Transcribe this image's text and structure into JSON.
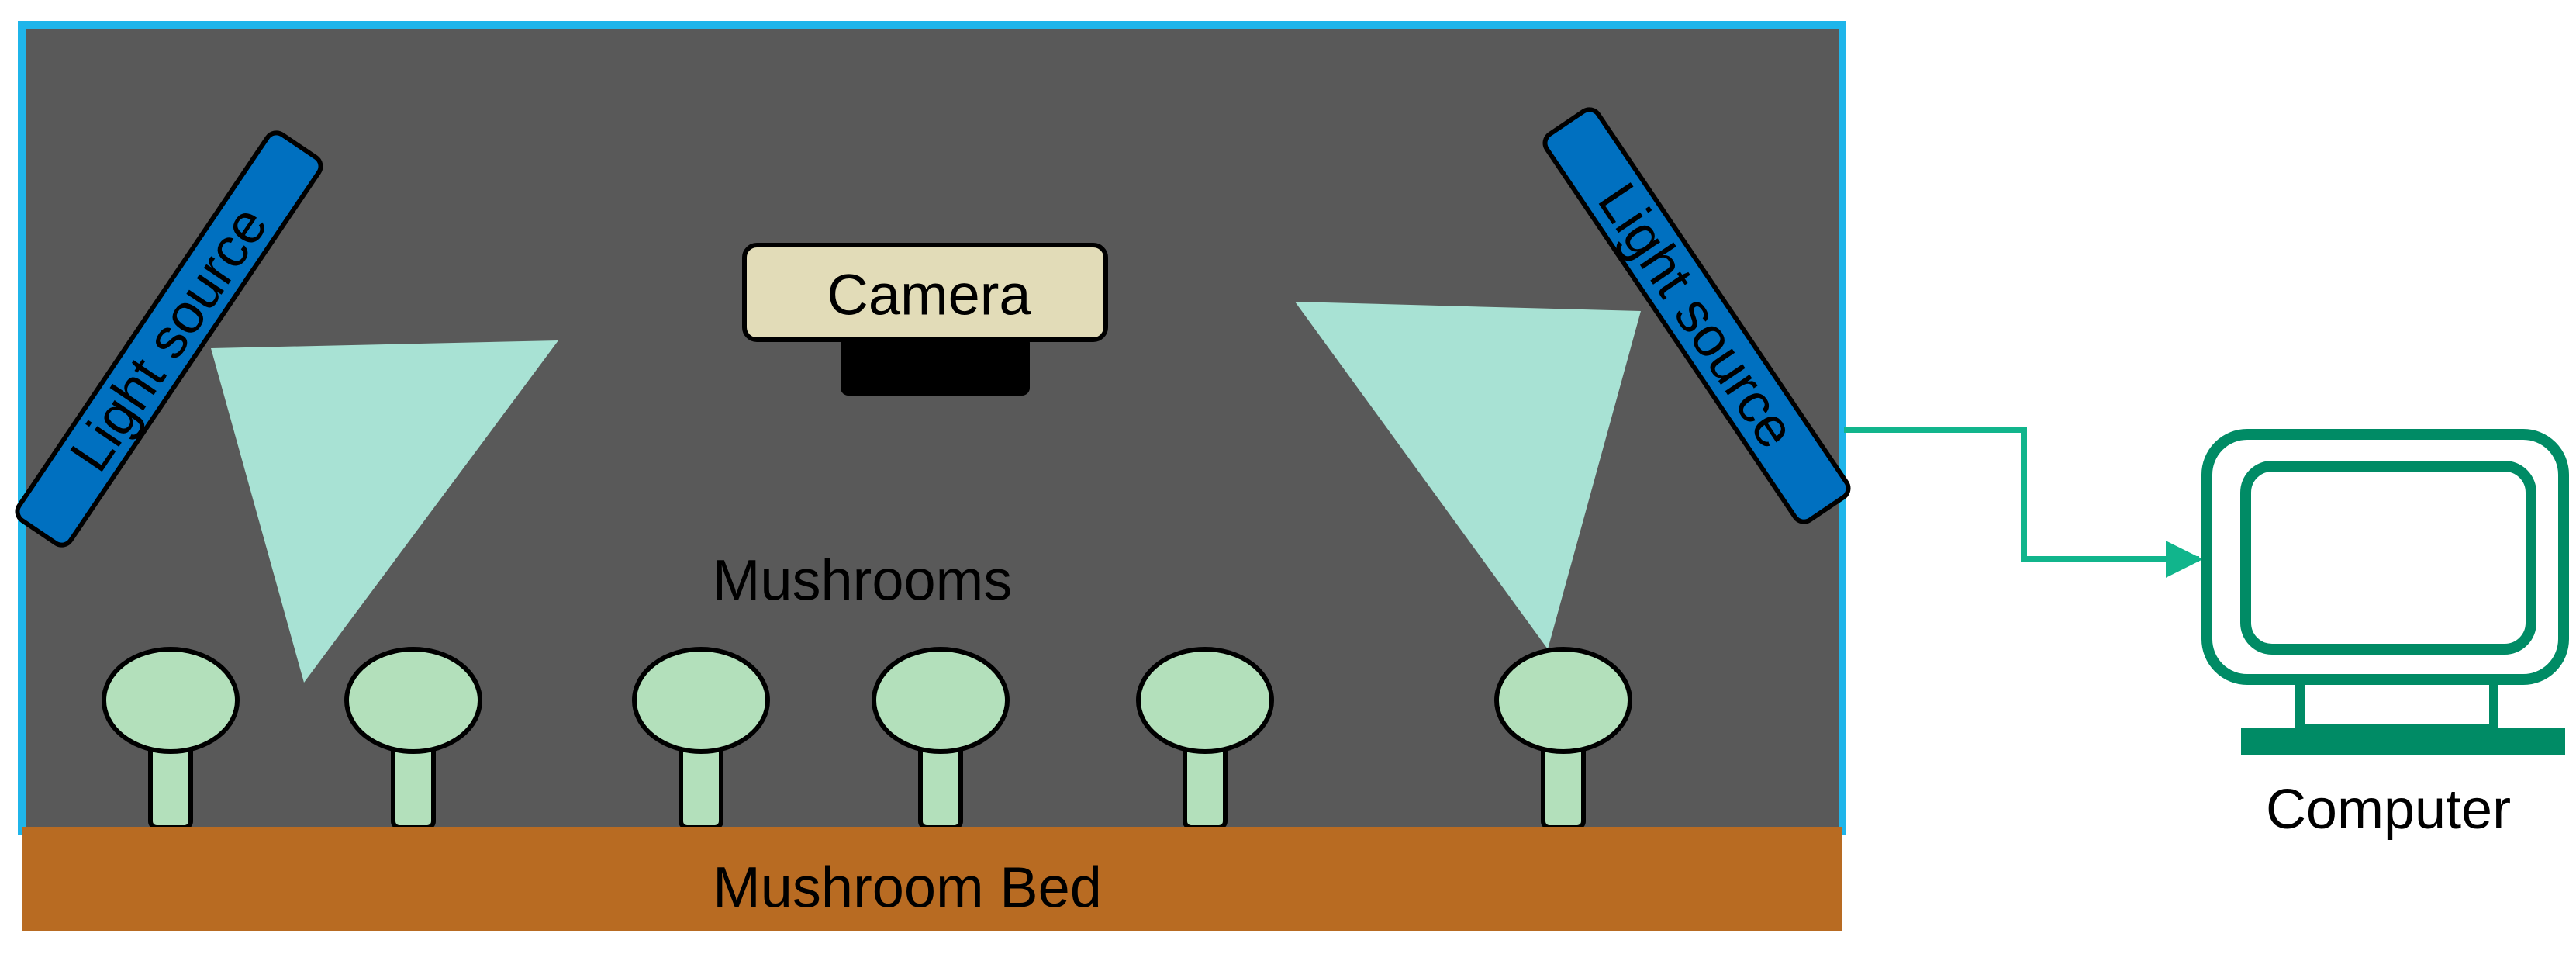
{
  "labels": {
    "light_source_left": "Light source",
    "light_source_right": "Light source",
    "camera": "Camera",
    "mushrooms": "Mushrooms",
    "mushroom_bed": "Mushroom Bed",
    "computer": "Computer"
  },
  "colors": {
    "chamber_fill": "#595959",
    "chamber_border": "#1fb5ea",
    "light_source": "#0070c0",
    "light_beam": "#a8e2d4",
    "camera_body": "#e2dcb8",
    "camera_lens": "#000000",
    "mushroom": "#b3e0bb",
    "mushroom_bed": "#b86b22",
    "connector": "#11b58c",
    "computer": "#008b65"
  },
  "mushroom_count": 6
}
